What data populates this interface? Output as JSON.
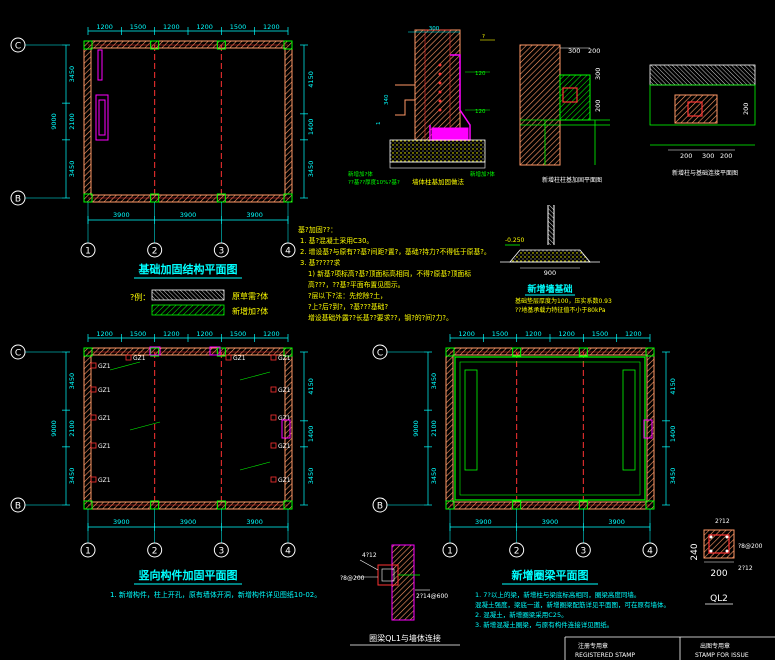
{
  "colors": {
    "dim": "#00ffff",
    "wall": "#ff9966",
    "grid": "#ff3333",
    "green": "#00ff00",
    "yellow": "#ffff00",
    "magenta": "#ff00ff",
    "white": "#ffffff",
    "title": "#00ffff"
  },
  "plan1": {
    "title": "基础加固结构平面图",
    "axis_rows": [
      "C",
      "B"
    ],
    "axis_cols": [
      "1",
      "2",
      "3",
      "4"
    ],
    "top_dims": [
      "1200",
      "1500",
      "1200",
      "1200",
      "1500",
      "1200"
    ],
    "bottom_dims": [
      "3900",
      "3900",
      "3900"
    ],
    "left_total": "9000",
    "left_dims": [
      "3450",
      "2100",
      "3450"
    ],
    "right_dims": [
      "4150",
      "1400",
      "3450"
    ]
  },
  "legend": {
    "label": "?例：",
    "items": [
      "原草需?体",
      "新增加?体"
    ]
  },
  "notes1": {
    "head": "基?加固??：",
    "lines": [
      "1. 基?混凝土采用C30。",
      "2. 增设基?与原有??基?间距?置?，基础?持力?不得低于原基?。",
      "3. 基?????求",
      "1) 新基?项标高?基?顶面标高相同，不得?原基?顶面标",
      "高???，??基?平面布置见图示。",
      "?层以下?法：先挖除?土，",
      "?上?后?到?，?基???基础?",
      "增设基础外露??长基??要求??，钢?的?间?力?。"
    ]
  },
  "sec_a": {
    "label": "墙体柱基加固做法",
    "note1": "新增加?体",
    "note2": "??基??厚度10%?基?",
    "d1": "300",
    "d2": "1",
    "d3": "340",
    "d4": "120",
    "b1": "?"
  },
  "sec_b": {
    "label": "新增柱柱基加固平面图",
    "d1": "300",
    "d2": "200",
    "d3": "300",
    "d4": "200"
  },
  "sec_c": {
    "label": "新增柱与基础连接平面图",
    "d1": "200",
    "d2": "300",
    "d3": "200",
    "d4": "200"
  },
  "sec_d": {
    "title": "新增墙基础",
    "dim_top": "-0.250",
    "dim_b": "900",
    "n1": "基础垫层厚度为100，压实系数0.93",
    "n2": "??地基承载力特征值不小于80kPa"
  },
  "plan2": {
    "title": "竖向构件加固平面图",
    "note": "1. 新增构件，柱上开孔，原有墙体开洞，新增构件详见图纸10-02。",
    "axis_rows": [
      "C",
      "B"
    ],
    "axis_cols": [
      "1",
      "2",
      "3",
      "4"
    ],
    "top_dims": [
      "1200",
      "1500",
      "1200",
      "1200",
      "1500",
      "1200"
    ],
    "bottom_dims": [
      "3900",
      "3900",
      "3900"
    ],
    "left_total": "9000",
    "left_dims": [
      "3450",
      "2100",
      "3450"
    ],
    "right_dims": [
      "4150",
      "1400",
      "3450"
    ],
    "tags": [
      "GZ1",
      "GZ1",
      "GZ1",
      "GZ1",
      "GZ1",
      "GZ1",
      "GZ1",
      "GZ1",
      "GZ1",
      "GZ1",
      "GZ1",
      "GZ1"
    ]
  },
  "plan3": {
    "title": "新增圈梁平面图",
    "axis_rows": [
      "C",
      "B"
    ],
    "axis_cols": [
      "1",
      "2",
      "3",
      "4"
    ],
    "top_dims": [
      "1200",
      "1500",
      "1200",
      "1200",
      "1500",
      "1200"
    ],
    "bottom_dims": [
      "3900",
      "3900",
      "3900"
    ],
    "left_total": "9000",
    "left_dims": [
      "3450",
      "2100",
      "3450"
    ],
    "right_dims": [
      "4150",
      "1400",
      "3450"
    ],
    "notes": [
      "1. 7?以上的梁，新增柱与梁底标高相同，圈梁高度同墙。",
      "混凝土强度，梁底一道，新增圈梁配筋详见平面图，可在原有墙体。",
      "2. 混凝土，新增圈梁采用C25。",
      "3. 新增混凝土圈梁，与原有构件连接详见图纸。"
    ]
  },
  "detail_ql1": {
    "title": "圈梁QL1与墙体连接",
    "tag1": "4?12",
    "tag2": "?8@200",
    "tag3": "2?14@600"
  },
  "detail_ql2": {
    "title": "QL2",
    "top": "2?12",
    "side": "?8@200",
    "bot": "2?12",
    "h": "240",
    "w": "200"
  },
  "stamps": {
    "left1": "注册专用章",
    "left2": "REGISTERED STAMP",
    "right1": "出图专用章",
    "right2": "STAMP FOR ISSUE"
  }
}
